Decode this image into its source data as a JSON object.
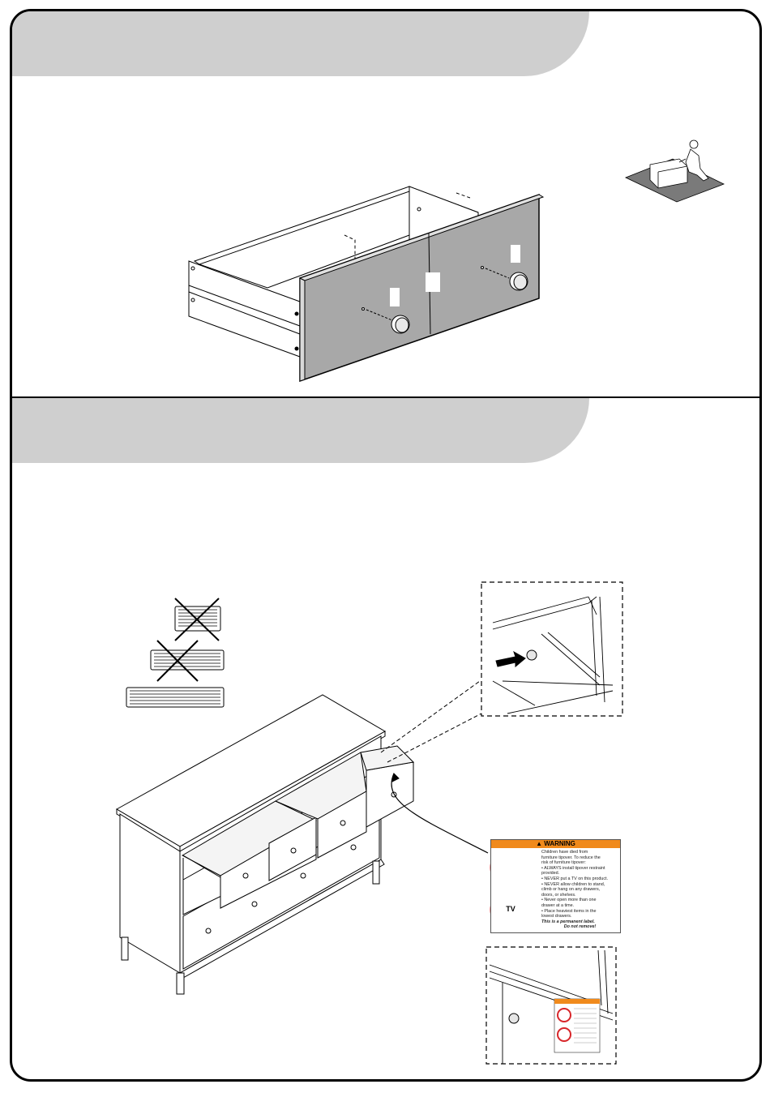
{
  "warning_label": {
    "title": "▲ WARNING",
    "lines": [
      "Children have died from",
      "furniture tipover. To reduce the",
      "risk of furniture tipover:",
      "• ALWAYS install tipover restraint",
      "  provided.",
      "• NEVER put a TV on this product.",
      "• NEVER allow children to stand,",
      "  climb or hang on any drawers,",
      "  doors, or shelves.",
      "• Never open more than one",
      "  drawer at a time.",
      "• Place heaviest items in the",
      "  lowest drawers."
    ],
    "footer_1": "This is a permanent label.",
    "footer_2": "Do not remove!",
    "tv_text": "TV"
  },
  "colors": {
    "tab_gray": "#cfcfcf",
    "panel_gray": "#a8a8a8",
    "warning_orange": "#f08a1c",
    "prohibit_red": "#d8262a"
  }
}
